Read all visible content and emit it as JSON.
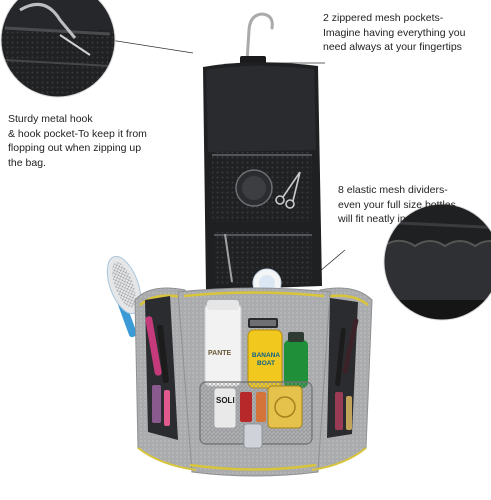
{
  "image": {
    "description_label": "product photo",
    "callouts": {
      "hook": {
        "lines": [
          "Sturdy metal hook",
          "& hook pocket-To keep it from",
          "flopping out when zipping up",
          "the bag."
        ]
      },
      "pockets": {
        "lines": [
          "2 zippered mesh pockets-",
          "Imagine having everything you",
          "need always at your fingertips"
        ]
      },
      "dividers": {
        "lines": [
          "8 elastic mesh dividers-",
          "even your full size bottles",
          "will fit neatly inside"
        ]
      }
    },
    "product_text": {
      "bottle_left": "PANTE",
      "bottle_right": "BANANA BOAT",
      "bottle_small": "SOLI"
    },
    "colors": {
      "bag_gray": "#a7a9ab",
      "bag_dark": "#1c1c1e",
      "zipper_yellow": "#d8c53a",
      "brush_blue": "#3b9bd6",
      "banana_yellow": "#f0c81e",
      "green_bottle": "#1f8f3a"
    }
  }
}
